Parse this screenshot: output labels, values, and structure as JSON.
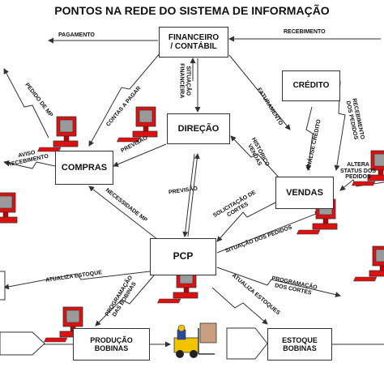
{
  "title": "PONTOS NA REDE DO SISTEMA DE INFORMAÇÃO",
  "nodes": {
    "financeiro": "FINANCEIRO\n/ CONTÁBIL",
    "credito": "CRÉDITO",
    "direcao": "DIREÇÃO",
    "compras": "COMPRAS",
    "vendas": "VENDAS",
    "pcp": "PCP",
    "producao": "PRODUÇÃO\nBOBINAS",
    "estoque": "ESTOQUE\nBOBINAS"
  },
  "flows": {
    "pagamento": "PAGAMENTO",
    "recebimento": "RECEBIMENTO",
    "pedido_mp": "PEDIDO DE MP",
    "contas_pagar": "CONTAS A PAGAR",
    "situacao_financeira": "SITUAÇÃO\nFINANCEIRA",
    "faturamento": "FATURAMENTO",
    "recebimento_pedidos": "RECEBIMENTO\nDOS PEDIDOS",
    "analise_credito": "ANÁLISE CRÉDITO",
    "historico_vendas": "HISTÓRICO\nVENDAS",
    "previsao_compras": "PREVISÃO",
    "aviso_recebimento": "AVISO\nRECEBIMENTO",
    "altera_status": "ALTERA\nSTATUS DOS\nPEDIDOS",
    "necessidade_mp": "NECESSIDADE MP",
    "previsao_pcp": "PREVISÃO",
    "solicitacao_cortes": "SOLICITAÇÃO DE\nCORTES",
    "situacao_pedidos": "SITUAÇÃO DOS PEDIDOS",
    "atualiza_estoque_left": "ATUALIZA ESTOQUE",
    "programacao_bobinas": "PROGRAMAÇÃO\nDAS BOBINAS",
    "atualiza_estoques": "ATUALIZA ESTOQUES",
    "programacao_cortes": "PROGRAMAÇÃO\nDOS CORTES"
  },
  "colors": {
    "computer_red": "#e01010",
    "screen_gray": "#9a9a9a",
    "line": "#333333"
  },
  "icons": [
    "computer-icon",
    "forklift-icon"
  ]
}
